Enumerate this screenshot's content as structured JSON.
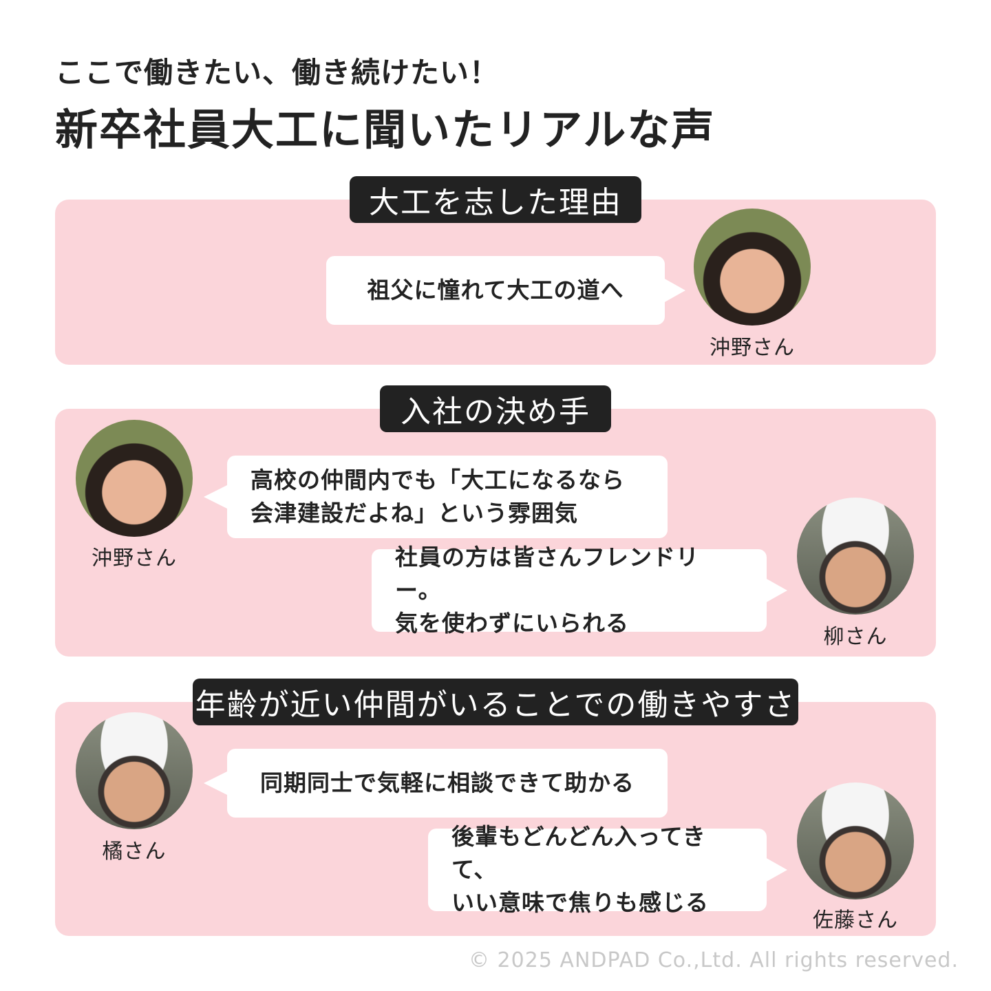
{
  "header": {
    "subtitle": "ここで働きたい、働き続けたい！",
    "title": "新卒社員大工に聞いたリアルな声"
  },
  "sections": [
    {
      "label": "大工を志した理由",
      "quotes": [
        {
          "text": "祖父に憧れて大工の道へ",
          "speaker": "沖野さん"
        }
      ]
    },
    {
      "label": "入社の決め手",
      "quotes": [
        {
          "text": "高校の仲間内でも「大工になるなら\n会津建設だよね」という雰囲気",
          "speaker": "沖野さん"
        },
        {
          "text": "社員の方は皆さんフレンドリー。\n気を使わずにいられる",
          "speaker": "柳さん"
        }
      ]
    },
    {
      "label": "年齢が近い仲間がいることでの働きやすさ",
      "quotes": [
        {
          "text": "同期同士で気軽に相談できて助かる",
          "speaker": "橘さん"
        },
        {
          "text": "後輩もどんどん入ってきて、\nいい意味で焦りも感じる",
          "speaker": "佐藤さん"
        }
      ]
    }
  ],
  "footer": {
    "copyright": "© 2025 ANDPAD Co.,Ltd. All rights reserved."
  },
  "colors": {
    "panel": "#fbd5da",
    "label_bg": "#222222",
    "text": "#222222"
  }
}
